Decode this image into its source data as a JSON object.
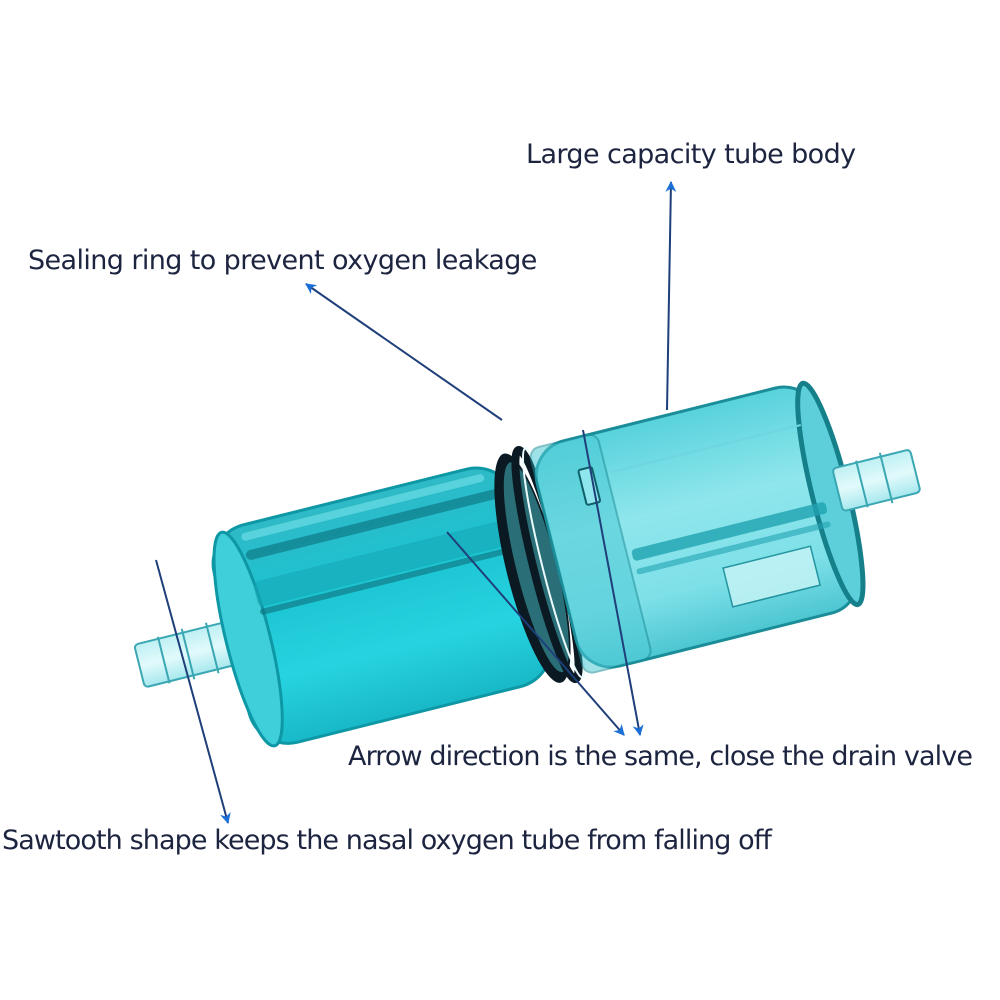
{
  "diagram": {
    "subject": "Oxygen humidifier water trap / condensate cup",
    "colors": {
      "background": "#ffffff",
      "label_text": "#1d2440",
      "leader_line": "#1f3f7a",
      "arrowhead": "#1a6fd6",
      "liquid": "#1fc6d4",
      "liquid_dark": "#0a8c99",
      "shell": "#6fdde6",
      "shell_edge": "#1a8d98",
      "seal_ring": "#0b1a22"
    },
    "callouts": [
      {
        "id": "body",
        "text": "Large capacity tube body"
      },
      {
        "id": "seal",
        "text": "Sealing ring to prevent oxygen leakage"
      },
      {
        "id": "arrow",
        "text": "Arrow direction is the same, close the drain valve"
      },
      {
        "id": "saw",
        "text": "Sawtooth shape keeps the nasal oxygen tube from falling off"
      }
    ],
    "parts": [
      {
        "name": "left-chamber",
        "description": "liquid-filled cylinder"
      },
      {
        "name": "right-chamber",
        "description": "clear cylinder, large capacity"
      },
      {
        "name": "seal-ring",
        "description": "black O-ring between chambers"
      },
      {
        "name": "left-barb-fitting",
        "description": "sawtooth hose barb"
      },
      {
        "name": "right-barb-fitting",
        "description": "sawtooth hose barb"
      },
      {
        "name": "alignment-arrows",
        "description": "two arrow marks that align to close drain valve"
      }
    ]
  }
}
